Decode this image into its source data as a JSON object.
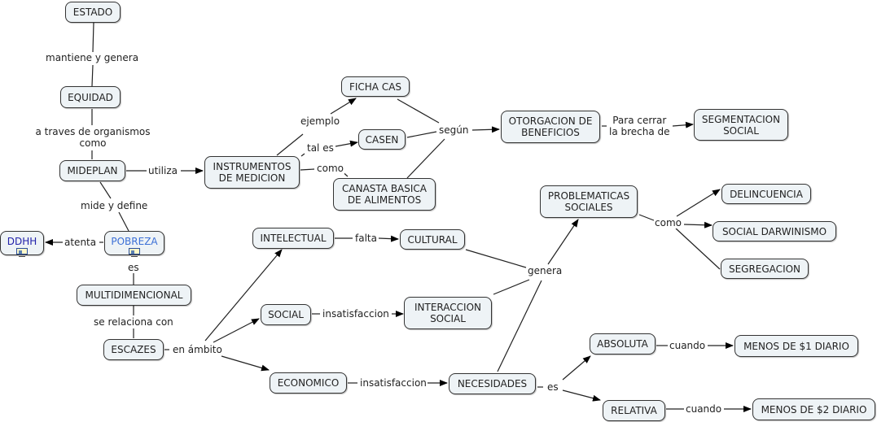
{
  "nodes": {
    "estado": "ESTADO",
    "equidad": "EQUIDAD",
    "mideplan": "MIDEPLAN",
    "pobreza": "POBREZA",
    "ddhh": "DDHH",
    "multidimencional": "MULTIDIMENCIONAL",
    "escazes": "ESCAZES",
    "instrumentos": "INSTRUMENTOS\nDE MEDICION",
    "ficha_cas": "FICHA CAS",
    "casen": "CASEN",
    "canasta": "CANASTA BASICA\nDE ALIMENTOS",
    "otorgacion": "OTORGACION DE\nBENEFICIOS",
    "segmentacion": "SEGMENTACION\nSOCIAL",
    "problematicas": "PROBLEMATICAS\nSOCIALES",
    "delincuencia": "DELINCUENCIA",
    "darwinismo": "SOCIAL DARWINISMO",
    "segregacion": "SEGREGACION",
    "intelectual": "INTELECTUAL",
    "cultural": "CULTURAL",
    "social": "SOCIAL",
    "interaccion": "INTERACCION\nSOCIAL",
    "economico": "ECONOMICO",
    "necesidades": "NECESIDADES",
    "absoluta": "ABSOLUTA",
    "relativa": "RELATIVA",
    "menos1": "MENOS DE $1 DIARIO",
    "menos2": "MENOS DE $2 DIARIO"
  },
  "links": {
    "mantiene": "mantiene y genera",
    "atraves": "a traves de organismos\ncomo",
    "utiliza": "utiliza",
    "mide": "mide y define",
    "atenta": "atenta",
    "es1": "es",
    "serelaciona": "se relaciona con",
    "enambito": "en ámbito",
    "ejemplo": "ejemplo",
    "tales": "tal es",
    "como1": "como",
    "segun": "según",
    "paracerrar": "Para cerrar\nla brecha de",
    "como2": "como",
    "falta": "falta",
    "insat1": "insatisfaccion",
    "insat2": "insatisfaccion",
    "genera": "genera",
    "es2": "es",
    "cuando1": "cuando",
    "cuando2": "cuando"
  },
  "icons": {
    "pobreza_resource": "document-icon",
    "ddhh_resource": "document-icon"
  },
  "colors": {
    "node_fill": "#eef3f6",
    "hyperlink_text": "#3b6fd6",
    "ddhh_text": "#2222aa"
  }
}
